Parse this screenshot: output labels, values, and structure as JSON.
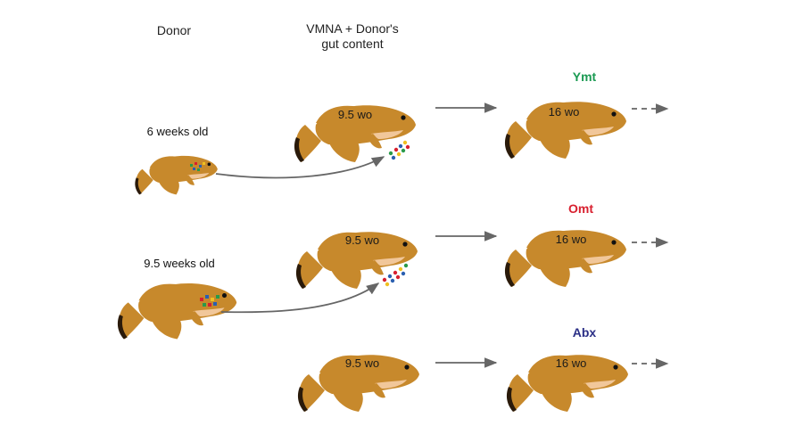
{
  "headers": {
    "donor": "Donor",
    "vmna_line1": "VMNA + Donor's",
    "vmna_line2": "gut content"
  },
  "donors": [
    {
      "label": "6 weeks old"
    },
    {
      "label": "9.5 weeks old"
    }
  ],
  "recipients": [
    {
      "age": "9.5 wo"
    },
    {
      "age": "9.5 wo"
    },
    {
      "age": "9.5 wo"
    }
  ],
  "groups": [
    {
      "name": "Ymt",
      "color": "#1a9a52",
      "age": "16 wo"
    },
    {
      "name": "Omt",
      "color": "#d8202f",
      "age": "16 wo"
    },
    {
      "name": "Abx",
      "color": "#2b2f86",
      "age": "16 wo"
    }
  ],
  "colors": {
    "fish_body": "#c7892c",
    "fish_dark": "#2a1a0a",
    "fish_belly": "#f1c79a",
    "arrow": "#666666"
  }
}
